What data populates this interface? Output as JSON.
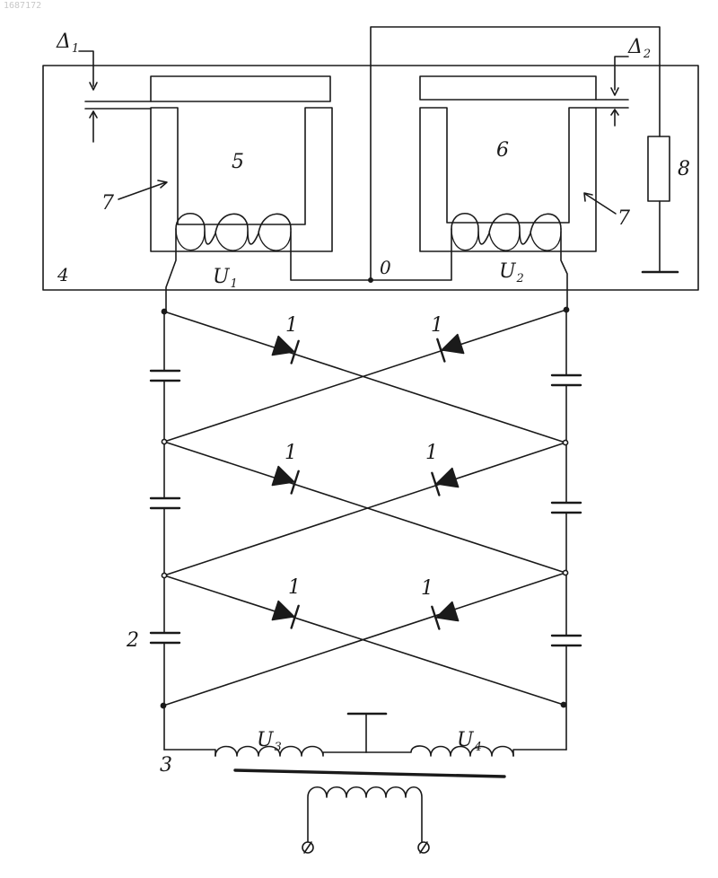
{
  "corner_text": "1687172",
  "labels": {
    "delta1": {
      "main": "Δ",
      "sub": "1"
    },
    "delta2": {
      "main": "Δ",
      "sub": "2"
    },
    "n4": "4",
    "n5": "5",
    "n6": "6",
    "n7_left": "7",
    "n7_right": "7",
    "n8": "8",
    "n0": "0",
    "u1": {
      "main": "U",
      "sub": "1"
    },
    "u2": {
      "main": "U",
      "sub": "2"
    },
    "u3": {
      "main": "U",
      "sub": "3"
    },
    "u4": {
      "main": "U",
      "sub": "4"
    },
    "n2": "2",
    "n3": "3",
    "diode_numbers": [
      "1",
      "1",
      "1",
      "1",
      "1",
      "1"
    ]
  },
  "colors": {
    "ink": "#1a1a1a",
    "background": "#ffffff"
  }
}
